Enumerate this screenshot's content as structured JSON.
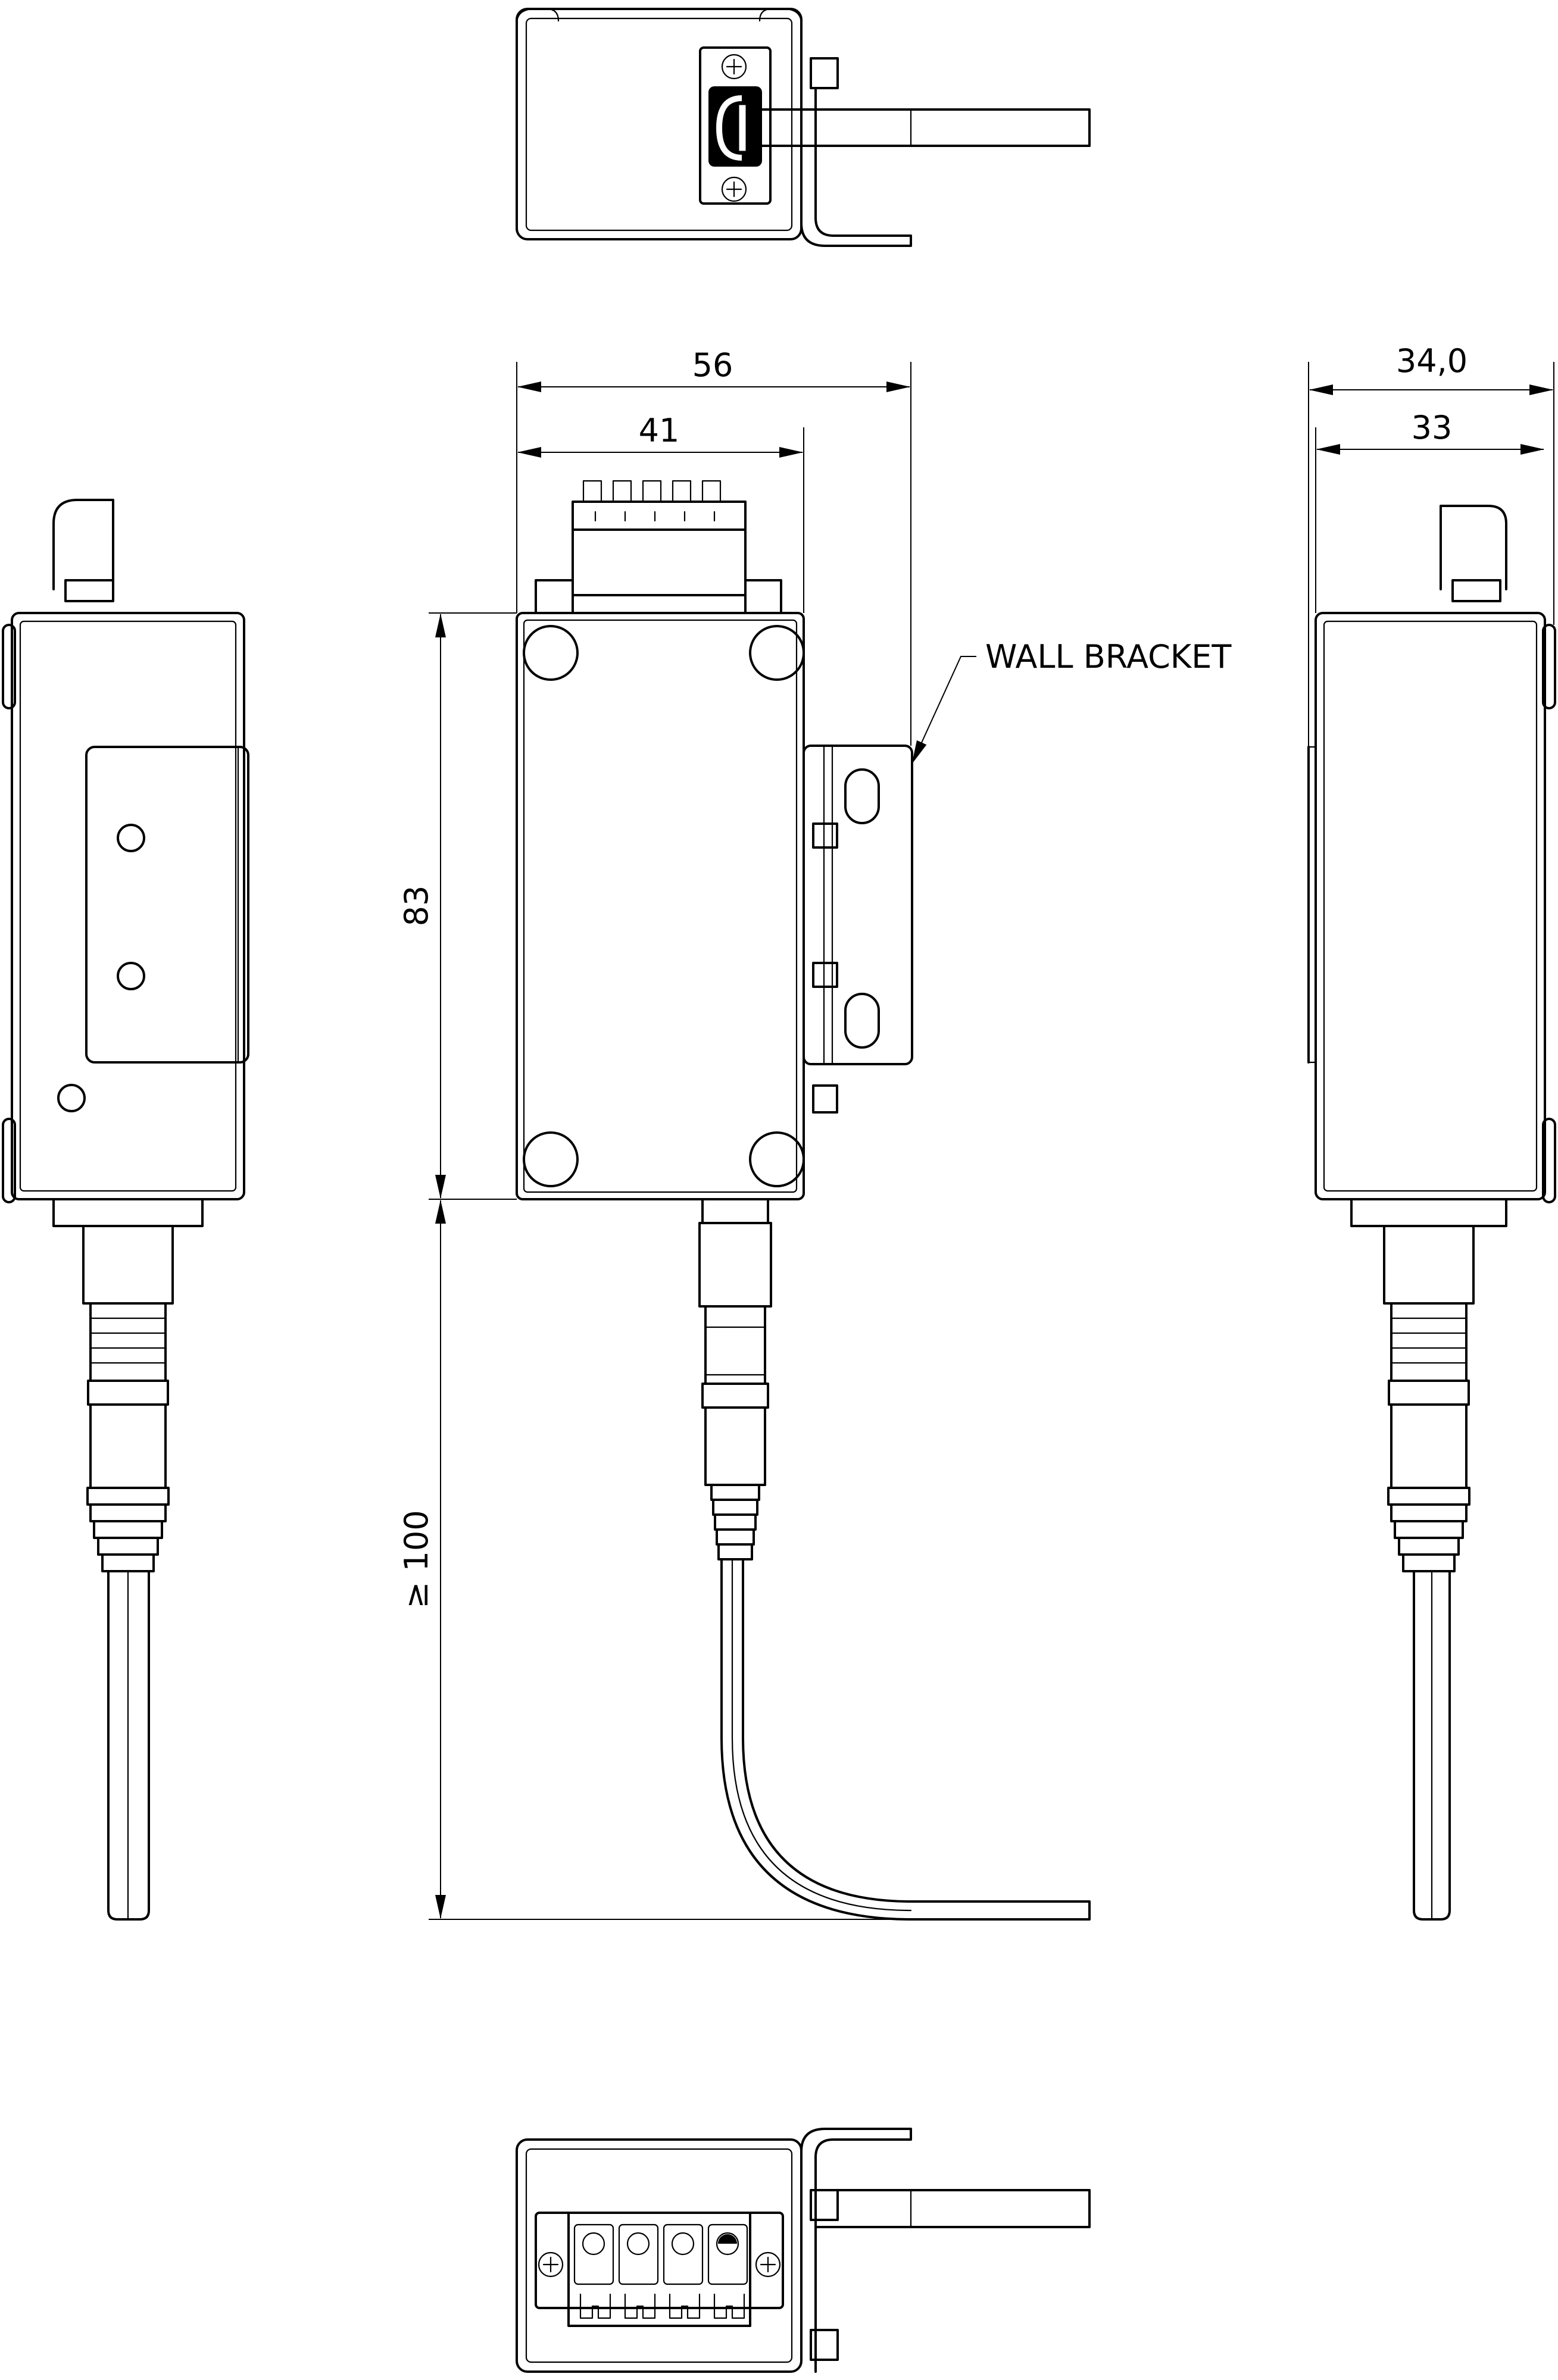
{
  "callouts": {
    "wall_bracket": "WALL BRACKET"
  },
  "dimensions": {
    "width_overall": "56",
    "width_body": "41",
    "height_body": "83",
    "cable_length": "≥ 100",
    "depth_overall": "34,0",
    "depth_body": "33"
  }
}
